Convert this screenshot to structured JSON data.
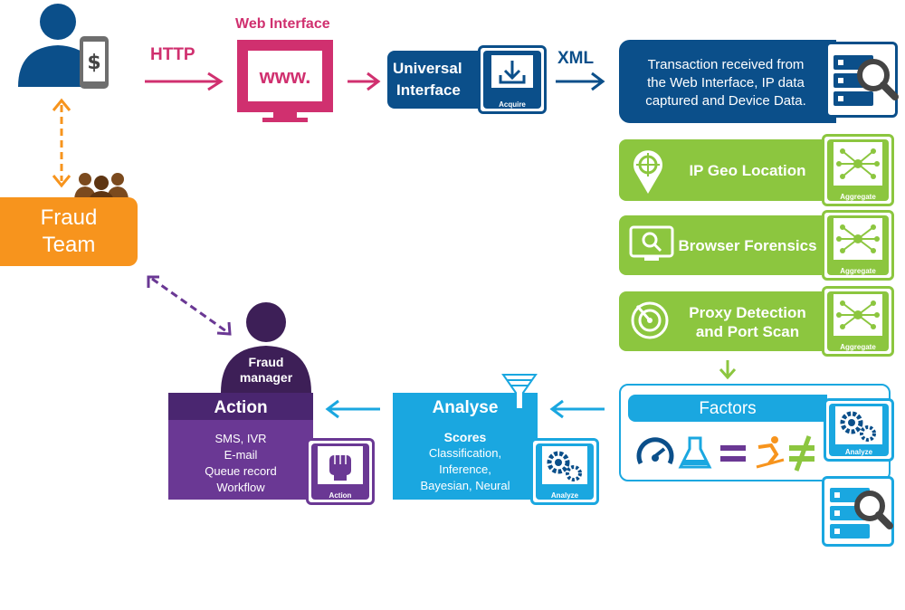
{
  "labels": {
    "http": "HTTP",
    "web_interface": "Web Interface",
    "www": "www.",
    "universal_interface_line1": "Universal",
    "universal_interface_line2": "Interface",
    "xml": "XML",
    "transaction_line1": "Transaction received from",
    "transaction_line2": "the Web Interface, IP data",
    "transaction_line3": "captured and Device Data.",
    "ip_geo": "IP Geo Location",
    "browser_forensics": "Browser Forensics",
    "proxy_line1": "Proxy Detection",
    "proxy_line2": "and Port Scan",
    "factors": "Factors",
    "fraud_team_line1": "Fraud",
    "fraud_team_line2": "Team",
    "fraud_manager_line1": "Fraud",
    "fraud_manager_line2": "manager",
    "action_title": "Action",
    "action_items": [
      "SMS, IVR",
      "E-mail",
      "Queue record",
      "Workflow"
    ],
    "analyse_title": "Analyse",
    "analyse_scores": "Scores",
    "analyse_items": [
      "Classification,",
      "Inference,",
      "Bayesian, Neural"
    ]
  },
  "badges": {
    "acquire": "Acquire",
    "aggregate": "Aggregate",
    "analyze": "Analyze",
    "action": "Action"
  },
  "colors": {
    "navy": "#0b4f8a",
    "magenta": "#d0306f",
    "green": "#8cc63f",
    "cyan": "#1aa7e0",
    "purple": "#6a3894",
    "orange": "#f7941d",
    "dark_purple": "#3d1f57",
    "brown": "#7b4a1e"
  },
  "icons": [
    "user-with-phone-icon",
    "dollar-icon",
    "people-group-icon",
    "monitor-icon",
    "download-icon",
    "server-search-icon",
    "location-pin-icon",
    "browser-search-icon",
    "radar-icon",
    "network-icon",
    "gauge-icon",
    "flask-icon",
    "equals-icon",
    "skier-icon",
    "not-equal-icon",
    "gears-icon",
    "fist-icon",
    "funnel-icon"
  ]
}
